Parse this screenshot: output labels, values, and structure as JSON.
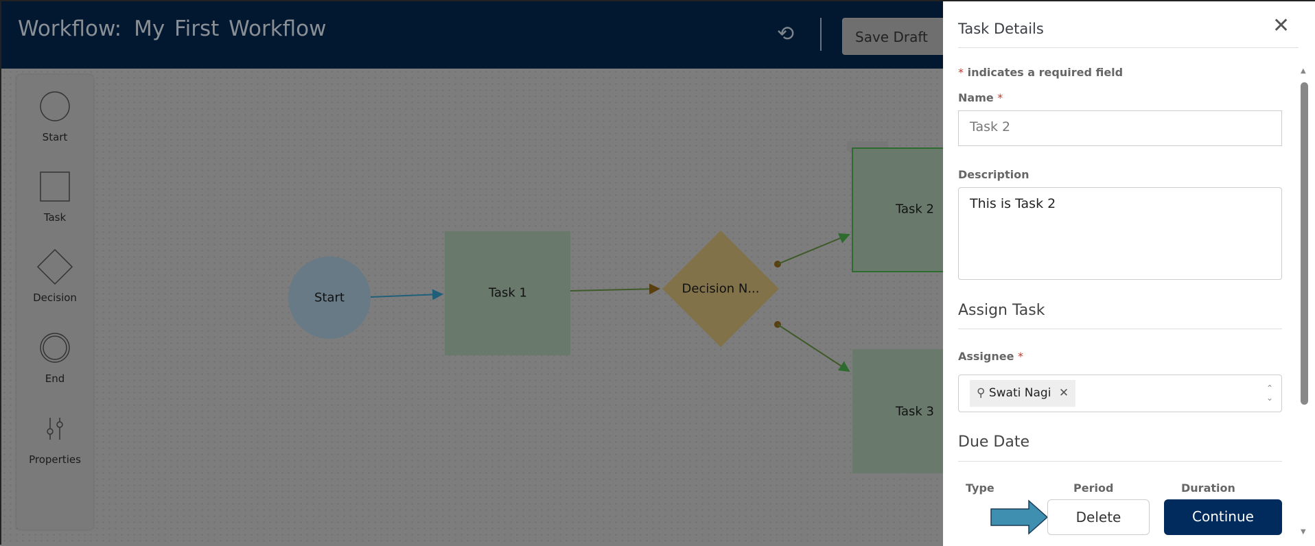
{
  "header": {
    "title_prefix": "Workflow:",
    "title": "My First Workflow",
    "save_draft": "Save Draft"
  },
  "palette": {
    "items": [
      {
        "label": "Start"
      },
      {
        "label": "Task"
      },
      {
        "label": "Decision"
      },
      {
        "label": "End"
      },
      {
        "label": "Properties"
      }
    ]
  },
  "diagram": {
    "nodes": {
      "start": "Start",
      "task1": "Task 1",
      "decision": "Decision N...",
      "task2": "Task 2",
      "task3": "Task 3"
    }
  },
  "panel": {
    "title": "Task Details",
    "required_note": "indicates a required field",
    "required_marker": "*",
    "name_label": "Name",
    "name_value": "Task 2",
    "description_label": "Description",
    "description_value": "This is Task 2",
    "assign_section": "Assign Task",
    "assignee_label": "Assignee",
    "assignee_value": "Swati Nagi",
    "due_section": "Due Date",
    "due_columns": [
      "Type",
      "Period",
      "Duration"
    ],
    "delete": "Delete",
    "continue": "Continue"
  },
  "colors": {
    "header": "#011830",
    "primary": "#012b5c",
    "arrow": "#3f8fb0"
  }
}
